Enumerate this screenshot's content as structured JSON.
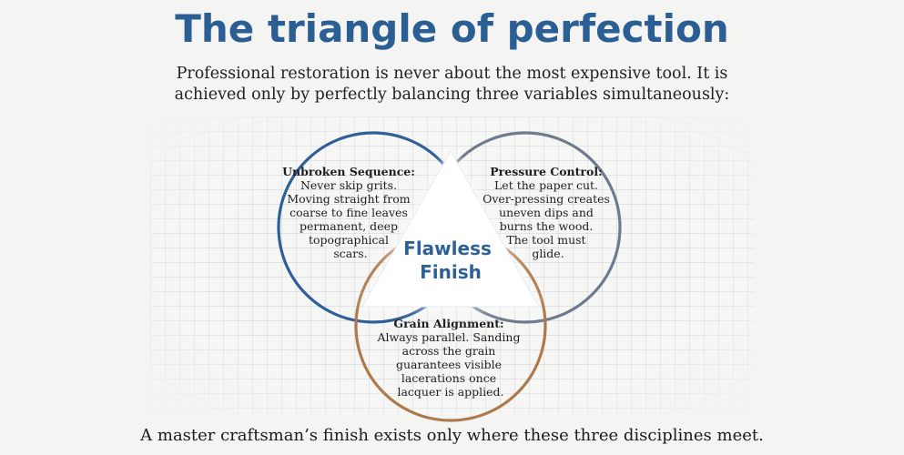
{
  "title": "The triangle of perfection",
  "subtitle": [
    "Professional restoration is never about the most expensive tool. It is",
    "achieved only by perfectly balancing three variables simultaneously:"
  ],
  "circles": [
    {
      "id": "unbroken-sequence",
      "heading": "Unbroken Sequence:",
      "lines": [
        "Never skip grits.",
        "Moving straight from",
        "coarse to fine leaves",
        "permanent, deep",
        "topographical",
        "scars."
      ],
      "color": "#2e5f98"
    },
    {
      "id": "pressure-control",
      "heading": "Pressure Control:",
      "lines": [
        "Let the paper cut.",
        "Over-pressing creates",
        "uneven dips and",
        "burns the wood.",
        "The tool must",
        "glide."
      ],
      "color": "#6e7b8e"
    },
    {
      "id": "grain-alignment",
      "heading": "Grain Alignment:",
      "lines": [
        "Always parallel. Sanding",
        "across the grain",
        "guarantees visible",
        "lacerations once",
        "lacquer is applied."
      ],
      "color": "#ad7a4c"
    }
  ],
  "center": {
    "lines": [
      "Flawless",
      "Finish"
    ],
    "color": "#2d6196"
  },
  "footer": "A master craftsman’s finish exists only where these three disciplines meet."
}
